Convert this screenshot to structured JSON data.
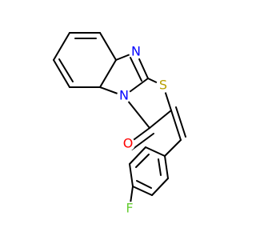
{
  "diagram": {
    "atoms": [
      {
        "id": "N_imine",
        "label": "N",
        "color": "#0000ff"
      },
      {
        "id": "N_ring",
        "label": "N",
        "color": "#0000ff"
      },
      {
        "id": "S",
        "label": "S",
        "color": "#b8a000"
      },
      {
        "id": "O",
        "label": "O",
        "color": "#ff0000"
      },
      {
        "id": "F",
        "label": "F",
        "color": "#66cc33"
      }
    ]
  }
}
